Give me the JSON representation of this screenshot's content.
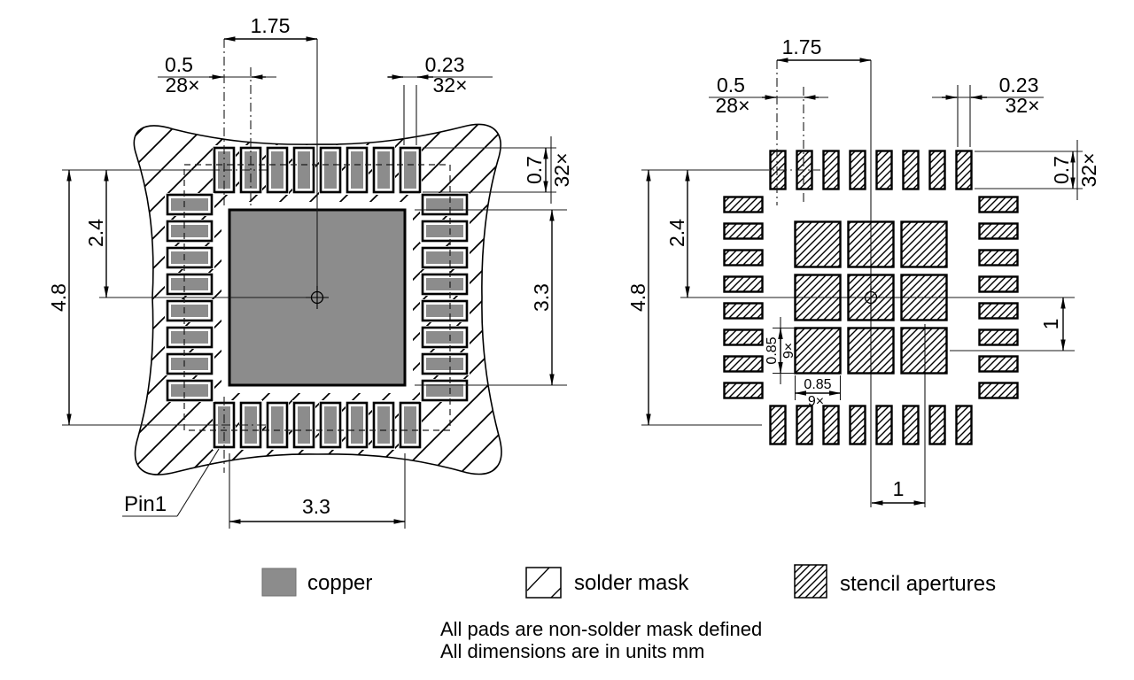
{
  "left_view": {
    "pitch_span": "1.75",
    "pitch": "0.5",
    "pitch_qty": "28×",
    "pad_width": "0.23",
    "pad_width_qty": "32×",
    "pad_length": "0.7",
    "pad_length_qty": "32×",
    "half_span": "2.4",
    "full_span": "4.8",
    "thermal_width": "3.3",
    "thermal_height": "3.3",
    "pin1_label": "Pin1"
  },
  "right_view": {
    "pitch_span": "1.75",
    "pitch": "0.5",
    "pitch_qty": "28×",
    "aperture_width": "0.23",
    "aperture_width_qty": "32×",
    "aperture_length": "0.7",
    "aperture_length_qty": "32×",
    "half_span": "2.4",
    "full_span": "4.8",
    "thermal_pitch_v": "1",
    "thermal_pitch_h": "1",
    "thermal_aperture_h": "0.85",
    "thermal_aperture_h_qty": "9×",
    "thermal_aperture_w": "0.85",
    "thermal_aperture_w_qty": "9×"
  },
  "legend": {
    "copper": "copper",
    "solder_mask": "solder mask",
    "stencil_apertures": "stencil apertures"
  },
  "notes": {
    "line1": "All pads are non-solder mask defined",
    "line2": "All dimensions are in units mm"
  },
  "colors": {
    "copper_fill": "#8c8c8c",
    "line": "#000000",
    "background": "#ffffff"
  }
}
